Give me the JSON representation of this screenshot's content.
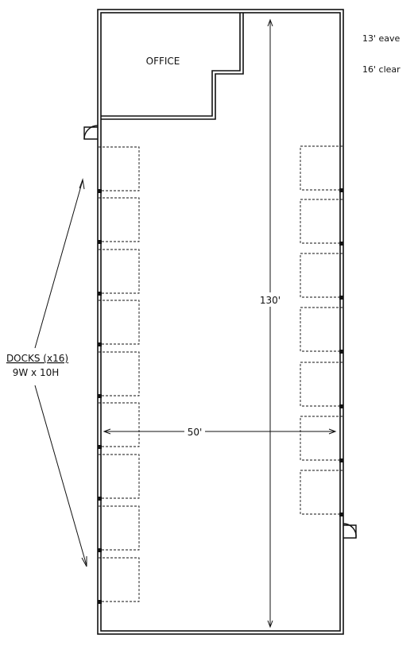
{
  "notes": {
    "eave": "13' eave",
    "clear": "16' clear"
  },
  "office_label": "OFFICE",
  "dimensions": {
    "length": "130'",
    "width": "50'"
  },
  "docks": {
    "title": "DOCKS (x16)",
    "size": "9W x 10H",
    "left_count": 9,
    "right_count": 7
  },
  "colors": {
    "line": "#111111",
    "background": "#ffffff"
  }
}
